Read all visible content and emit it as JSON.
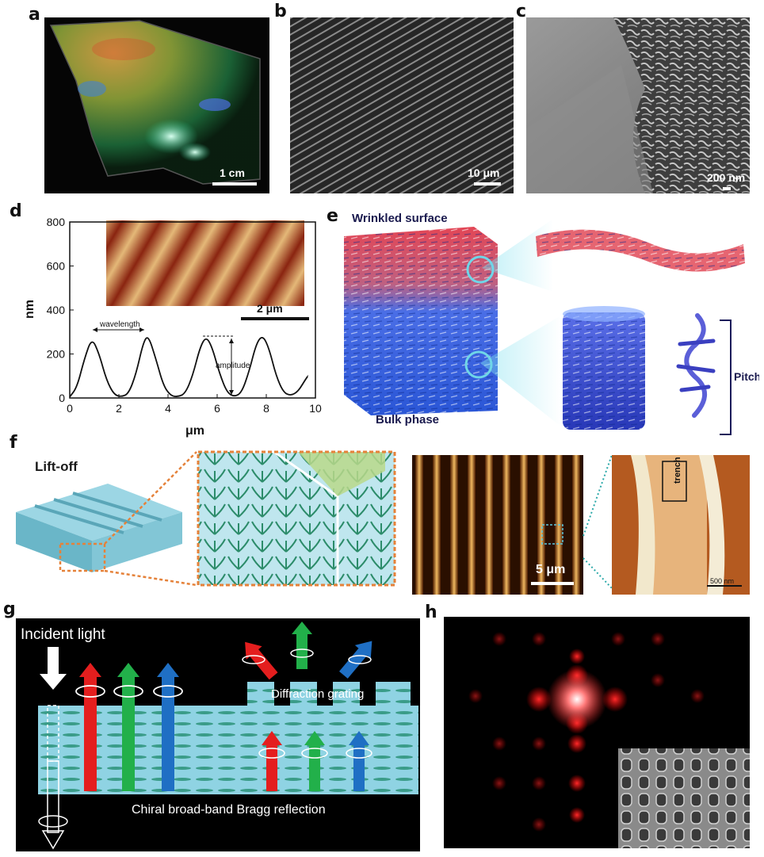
{
  "panels": {
    "a": {
      "letter": "a",
      "scale": "1 cm"
    },
    "b": {
      "letter": "b",
      "scale": "10 μm"
    },
    "c": {
      "letter": "c",
      "scale": "200 nm"
    },
    "d": {
      "letter": "d",
      "inset_scale": "2 μm",
      "wavelength_label": "wavelength",
      "amplitude_label": "amplitude"
    },
    "e": {
      "letter": "e",
      "top_label": "Wrinkled surface",
      "bottom_label": "Bulk phase",
      "pitch_label": "Pitch"
    },
    "f": {
      "letter": "f",
      "liftoff_label": "Lift-off",
      "afm_scale": "5 μm",
      "trench_label": "trench",
      "zoom_scale": "500 nm"
    },
    "g": {
      "letter": "g",
      "incident_label": "Incident light",
      "grating_label": "Diffraction grating",
      "bragg_label": "Chiral broad-band Bragg reflection"
    },
    "h": {
      "letter": "h"
    }
  },
  "chart_data": {
    "type": "line",
    "xlabel": "μm",
    "ylabel": "nm",
    "xlim": [
      0,
      10
    ],
    "ylim": [
      0,
      800
    ],
    "xticks": [
      "0",
      "2",
      "4",
      "6",
      "8",
      "10"
    ],
    "yticks": [
      "0",
      "200",
      "400",
      "600",
      "800"
    ],
    "x": [
      0.0,
      0.3,
      0.6,
      0.9,
      1.2,
      1.5,
      1.8,
      2.1,
      2.4,
      2.7,
      3.0,
      3.2,
      3.5,
      3.8,
      4.1,
      4.4,
      4.7,
      5.0,
      5.3,
      5.55,
      5.8,
      6.1,
      6.4,
      6.7,
      7.0,
      7.3,
      7.6,
      7.85,
      8.1,
      8.4,
      8.7,
      9.0,
      9.3,
      9.6,
      9.7
    ],
    "values": [
      5,
      50,
      180,
      275,
      200,
      80,
      15,
      5,
      20,
      110,
      255,
      285,
      180,
      60,
      10,
      5,
      20,
      100,
      230,
      280,
      230,
      110,
      25,
      5,
      25,
      120,
      250,
      285,
      230,
      100,
      25,
      10,
      30,
      85,
      100
    ],
    "color": "#111111"
  },
  "colors": {
    "panel_g_bg": "#000000",
    "panel_g_film": "#8fd3e3",
    "red_arrow": "#e41e1e",
    "green_arrow": "#22b04a",
    "blue_arrow": "#1f6fc4"
  }
}
